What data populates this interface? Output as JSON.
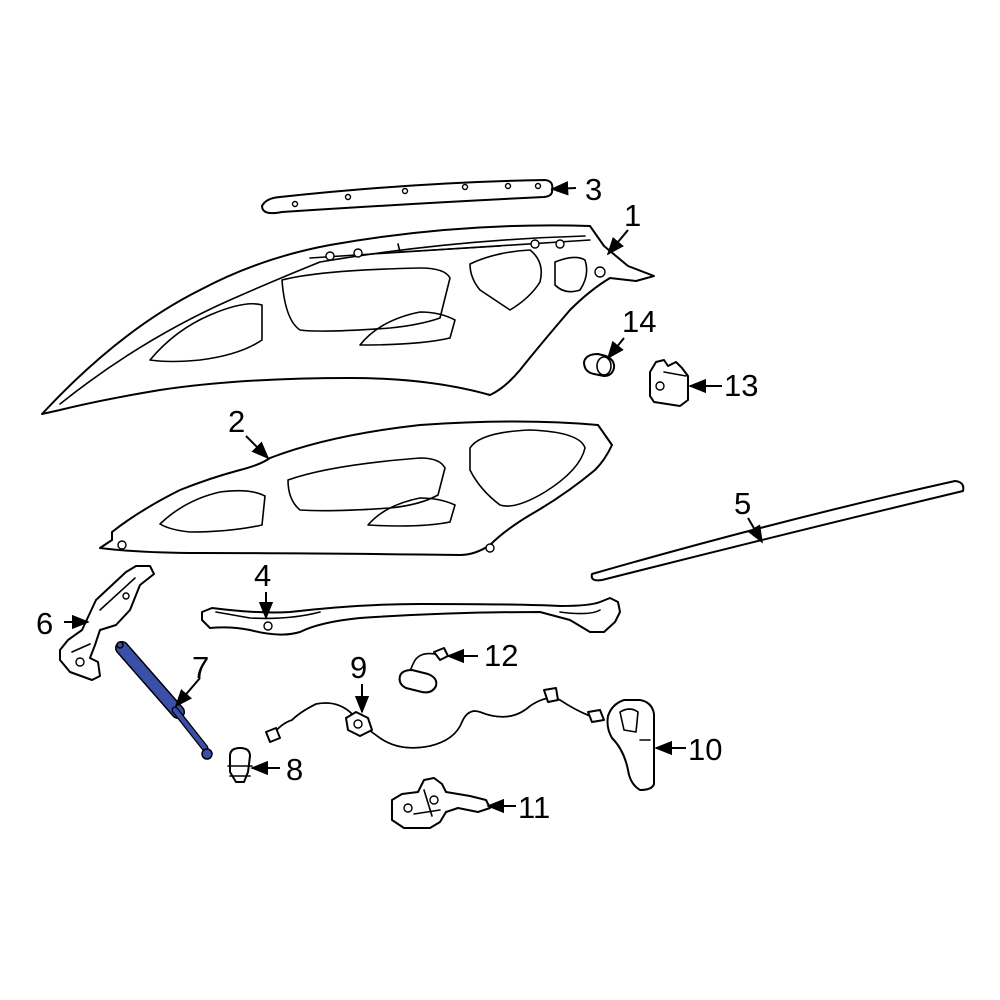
{
  "colors": {
    "line": "#000000",
    "background": "#ffffff",
    "highlight": "#3a4fa8"
  },
  "callouts": [
    {
      "id": "1",
      "label": "1"
    },
    {
      "id": "2",
      "label": "2"
    },
    {
      "id": "3",
      "label": "3"
    },
    {
      "id": "4",
      "label": "4"
    },
    {
      "id": "5",
      "label": "5"
    },
    {
      "id": "6",
      "label": "6"
    },
    {
      "id": "7",
      "label": "7"
    },
    {
      "id": "8",
      "label": "8"
    },
    {
      "id": "9",
      "label": "9"
    },
    {
      "id": "10",
      "label": "10"
    },
    {
      "id": "11",
      "label": "11"
    },
    {
      "id": "12",
      "label": "12"
    },
    {
      "id": "13",
      "label": "13"
    },
    {
      "id": "14",
      "label": "14"
    }
  ],
  "highlighted_part": "7"
}
